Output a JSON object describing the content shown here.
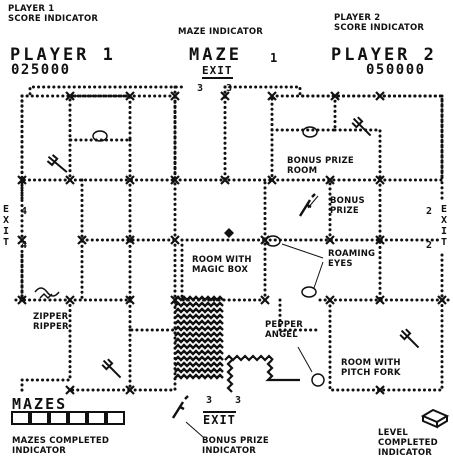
{
  "labels": {
    "p1_score_indicator": [
      "PLAYER 1",
      "SCORE INDICATOR"
    ],
    "maze_indicator": "MAZE INDICATOR",
    "p2_score_indicator": [
      "PLAYER 2",
      "SCORE INDICATOR"
    ],
    "bonus_prize_room": [
      "BONUS PRIZE",
      "ROOM"
    ],
    "bonus_prize": [
      "BONUS",
      "PRIZE"
    ],
    "roaming_eyes": [
      "ROAMING",
      "EYES"
    ],
    "room_magic_box": [
      "ROOM WITH",
      "MAGIC BOX"
    ],
    "zipper_ripper": [
      "ZIPPER",
      "RIPPER"
    ],
    "pepper_angel": [
      "PEPPER",
      "ANGEL"
    ],
    "room_pitch_fork": [
      "ROOM WITH",
      "PITCH FORK"
    ],
    "mazes_completed_indicator": [
      "MAZES COMPLETED",
      "INDICATOR"
    ],
    "bonus_prize_indicator": [
      "BONUS PRIZE",
      "INDICATOR"
    ],
    "level_completed_indicator": [
      "LEVEL",
      "COMPLETED",
      "INDICATOR"
    ]
  },
  "hud": {
    "player1": {
      "name": "PLAYER 1",
      "score": "025000"
    },
    "player2": {
      "name": "PLAYER 2",
      "score": "050000"
    },
    "maze": {
      "label": "MAZE",
      "number": "1"
    },
    "top_exit": {
      "label": "EXIT",
      "left": "3",
      "right": "3"
    },
    "bottom_exit": {
      "label": "EXIT",
      "left": "3",
      "right": "3"
    },
    "left_exit": {
      "label": "EXIT",
      "top": "4",
      "bottom": "4"
    },
    "right_exit": {
      "label": "EXIT",
      "top": "2",
      "bottom": "2"
    },
    "mazes_label": "MAZES"
  },
  "colors": {
    "ink": "#111111",
    "paper": "#ffffff"
  },
  "icons": [
    "pitch-fork",
    "magic-box",
    "bonus-prize",
    "roaming-eyes",
    "zipper-ripper",
    "pepper-angel",
    "mazes-completed-boxes",
    "level-completed-box"
  ]
}
